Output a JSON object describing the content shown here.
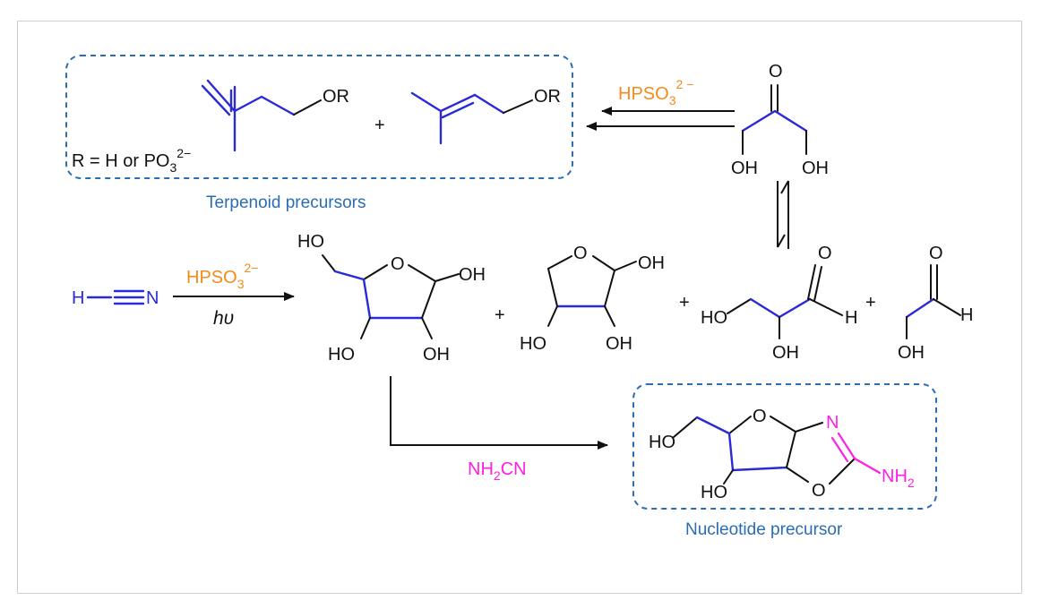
{
  "colors": {
    "background": "#ffffff",
    "frame": "#cfcfcf",
    "bond": "#111111",
    "highlight_bond": "#2b2bd6",
    "reagent_orange": "#f28a1c",
    "reagent_magenta": "#ff1fe6",
    "box_blue": "#2a6db2"
  },
  "terpenoid": {
    "box_label": "Terpenoid precursors",
    "or_left": "OR",
    "or_right": "OR",
    "plus": "+",
    "r_def_prefix": "R = H or PO",
    "r_def_sub": "3",
    "r_def_sup": "2−"
  },
  "reagent_top": {
    "base": "HPSO",
    "sub": "3",
    "sup": "2 −"
  },
  "dha": {
    "o": "O",
    "oh1": "OH",
    "oh2": "OH"
  },
  "hcn": {
    "h": "H",
    "n": "N"
  },
  "reagent_mid": {
    "base": "HPSO",
    "sub": "3",
    "sup": "2−",
    "below": "hυ"
  },
  "sugars": {
    "ribose": {
      "ho_top": "HO",
      "o": "O",
      "oh_right": "OH",
      "ho_bottom": "HO",
      "oh_bottom": "OH"
    },
    "plus1": "+",
    "threose": {
      "o": "O",
      "oh_right": "OH",
      "ho_bottom": "HO",
      "oh_bottom": "OH"
    },
    "plus2": "+",
    "glyceraldehyde": {
      "ho": "HO",
      "o": "O",
      "h": "H",
      "oh": "OH"
    },
    "plus3": "+",
    "glycolaldehyde": {
      "o": "O",
      "h": "H",
      "oh": "OH"
    }
  },
  "reagent_bottom": {
    "base": "NH",
    "sub": "2",
    "rest": "CN"
  },
  "nucleotide": {
    "box_label": "Nucleotide precursor",
    "ho_top": "HO",
    "o_ring": "O",
    "n": "N",
    "o_ox": "O",
    "nh2_base": "NH",
    "nh2_sub": "2",
    "ho_bottom": "HO"
  }
}
